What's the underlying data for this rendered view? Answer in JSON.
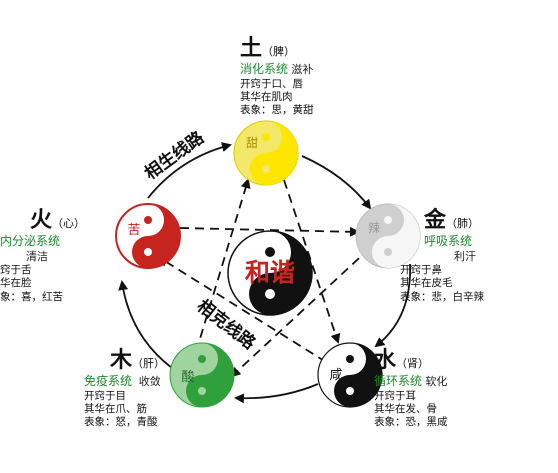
{
  "center": {
    "text": "和谐"
  },
  "paths": {
    "generating": "相生线路",
    "overcoming": "相克线路"
  },
  "elements": {
    "earth": {
      "element": "土",
      "organ": "（脾）",
      "system": "消化系统",
      "aux": "滋补",
      "taste": "甜",
      "lines": [
        "开窍于口、唇",
        "其华在肌肉",
        "表象：思，黄甜"
      ],
      "colors": {
        "yang": "#ffe600",
        "yin": "#f3e86a",
        "char": "#aa8a00"
      }
    },
    "metal": {
      "element": "金",
      "organ": "（肺）",
      "system": "呼吸系统",
      "aux": "利汗",
      "taste": "辣",
      "lines": [
        "开窍于鼻",
        "其华在皮毛",
        "表象：悲，白辛辣"
      ],
      "colors": {
        "yang": "#f6f6f6",
        "yin": "#cfcfcf",
        "char": "#999999"
      }
    },
    "water": {
      "element": "水",
      "organ": "（肾）",
      "system": "循环系统",
      "aux": "软化",
      "taste": "咸",
      "lines": [
        "开窍于耳",
        "其华在发、骨",
        "表象：恐，黑咸"
      ],
      "colors": {
        "yang": "#ffffff",
        "yin": "#111111",
        "char": "#111111"
      }
    },
    "wood": {
      "element": "木",
      "organ": "（肝）",
      "system": "免疫系统",
      "aux": "收敛",
      "taste": "酸",
      "lines": [
        "开窍于目",
        "其华在爪、筋",
        "表象：怒，青酸"
      ],
      "colors": {
        "yang": "#2fa03c",
        "yin": "#9fd49f",
        "char": "#1f6a25"
      }
    },
    "fire": {
      "element": "火",
      "organ": "（心）",
      "system": "内分泌系统",
      "aux": "清洁",
      "taste": "苦",
      "lines": [
        "窍于舌",
        "华在脸",
        "象：喜，红苦"
      ],
      "colors": {
        "yang": "#c6241e",
        "yin": "#e88a7c",
        "char": "#c6241e"
      }
    }
  }
}
